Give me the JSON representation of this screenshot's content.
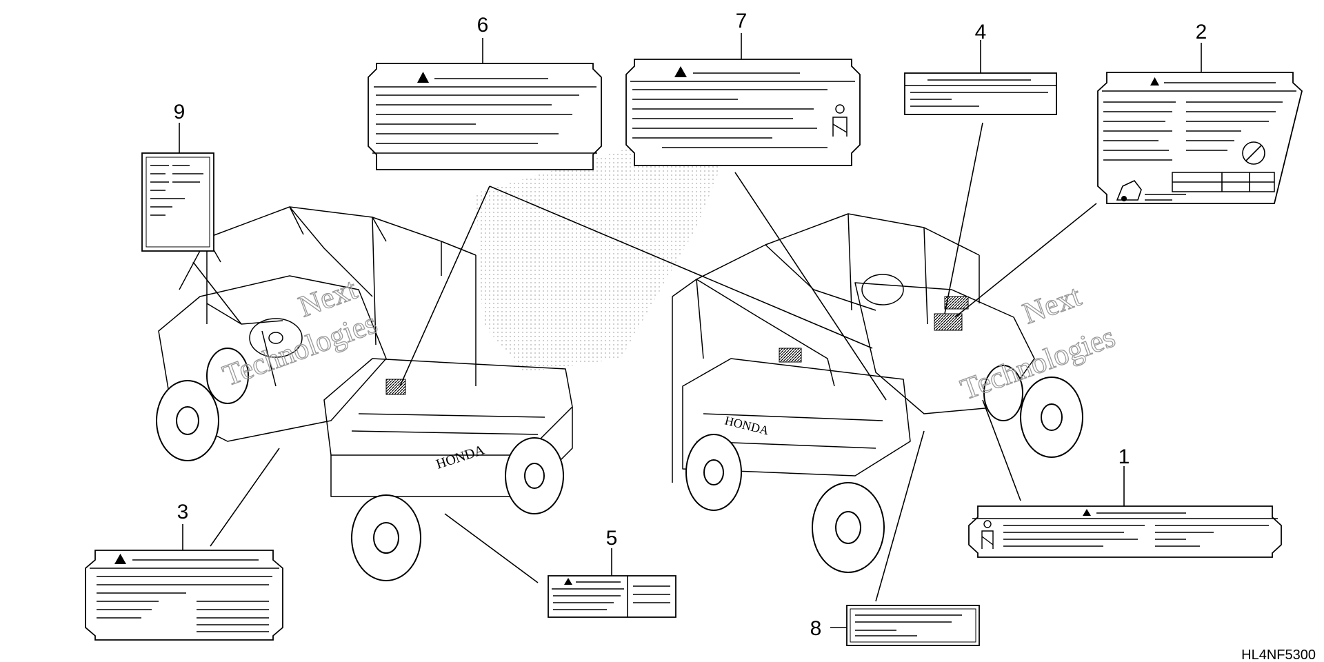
{
  "diagram": {
    "part_code": "HL4NF5300",
    "callouts": [
      "1",
      "2",
      "3",
      "4",
      "5",
      "6",
      "7",
      "8",
      "9"
    ],
    "watermark": {
      "left": [
        "Next",
        "Technologies"
      ],
      "right": [
        "Next",
        "Technologies"
      ]
    },
    "vehicle_brand": "HONDA"
  }
}
